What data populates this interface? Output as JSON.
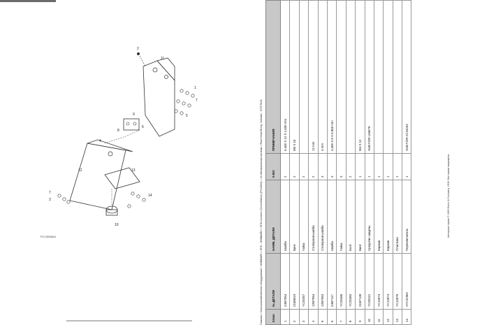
{
  "breadcrumb": "Главная > Сельскохозяйственное оборудование > КОМБАЙН > НПК – КОМБАЙН > НПК Combine (China Edition) (PC13633) > 40 Электрическая система > Rear Head Wiring, Indicator - DT579131",
  "figure_code": "PC13638AA",
  "callouts": [
    "1",
    "2",
    "3",
    "4",
    "5",
    "6",
    "7",
    "8",
    "9",
    "10",
    "11",
    "12",
    "13",
    "14"
  ],
  "table": {
    "headers": [
      "Ключ",
      "№ ДЕТАЛИ",
      "НАИМ. ДЕТАЛИ",
      "К-ВО",
      "ПРИМЕЧАНИЯ"
    ],
    "rows": [
      [
        "1",
        "24M7054",
        "Шайба",
        "2",
        "6.400 X 12 X 1.600 mm"
      ],
      [
        "2",
        "21M5619",
        "Винт",
        "2",
        "M6 X 16"
      ],
      [
        "3",
        "YC20357",
        "Гайка",
        "2",
        ""
      ],
      [
        "4",
        "12M7054",
        "Стопорная шайба",
        "2",
        "12 mm"
      ],
      [
        "5",
        "12M7063",
        "Стопорная шайба",
        "3",
        "4 mm"
      ],
      [
        "6",
        "24M7117",
        "Шайба",
        "3",
        "4.300 X 8 X 0.800 mm"
      ],
      [
        "7",
        "YC20385",
        "Гайка",
        "3",
        ""
      ],
      [
        "8",
        "YC20383",
        "Болт",
        "2",
        ""
      ],
      [
        "9",
        "21M7138",
        "Винт",
        "1",
        "M4 X 12"
      ],
      [
        "10",
        "YC28113",
        "Средство защиты",
        "1",
        "SUB FOR L55078"
      ],
      [
        "11",
        "YC12873",
        "Кармaн",
        "1",
        ""
      ],
      [
        "12",
        "YC12874",
        "Кармaн",
        "1",
        ""
      ],
      [
        "13",
        "YC12875",
        "Пластина",
        "1",
        ""
      ],
      [
        "14",
        "AYC22962",
        "Переключатель",
        "1",
        "SUB FOR AC34232"
      ]
    ]
  },
  "copyright": "Авторское право © 2019 Deere & Company. 2019. Все права защищены."
}
